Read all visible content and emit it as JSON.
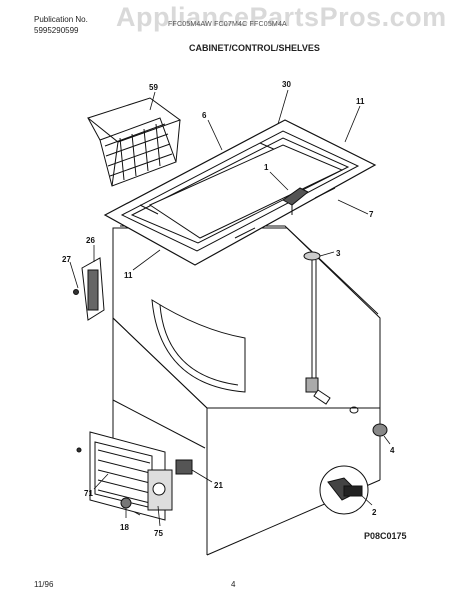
{
  "header": {
    "publication_label": "Publication No.",
    "publication_number": "5995290599",
    "models": "FFC05M4AW  FC07M4C  FFC05M4A",
    "section_title": "CABINET/CONTROL/SHELVES"
  },
  "watermark": "AppliancePartsPros.com",
  "callouts": {
    "c59": "59",
    "c30": "30",
    "c6": "6",
    "c11a": "11",
    "c1": "1",
    "c7": "7",
    "c3": "3",
    "c26": "26",
    "c27": "27",
    "c11b": "11",
    "c4": "4",
    "c71": "71",
    "c21": "21",
    "c2": "2",
    "c18": "18",
    "c75": "75"
  },
  "footer": {
    "date_code": "11/96",
    "page_number": "4",
    "figure_code": "P08C0175"
  }
}
